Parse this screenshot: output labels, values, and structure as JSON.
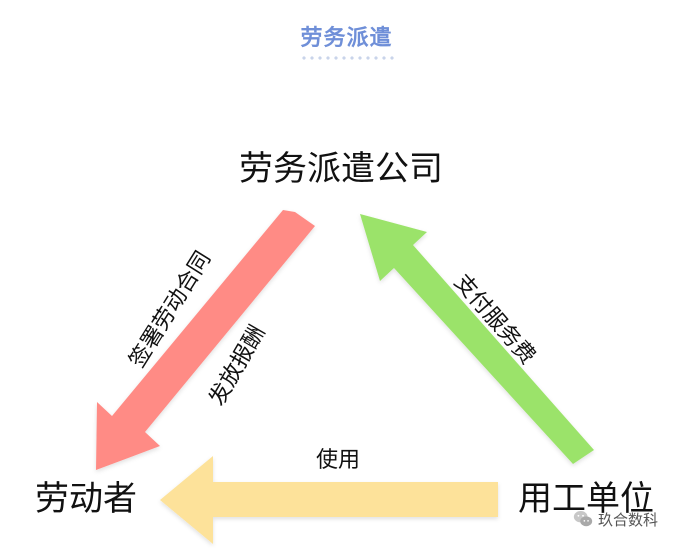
{
  "header": {
    "title": "劳务派遣",
    "title_color": "#6f8fd8"
  },
  "nodes": {
    "company": "劳务派遣公司",
    "worker": "劳动者",
    "employer": "用工单位"
  },
  "relations": {
    "contract": "签署劳动合同",
    "pay_wage": "发放报酬",
    "service_fee": "支付服务费",
    "use": "使用"
  },
  "colors": {
    "red_arrow": "#ff8b85",
    "green_arrow": "#9be36a",
    "yellow_arrow": "#fde29a"
  },
  "watermark": {
    "text": "玖合数科",
    "icon": "wechat-icon"
  }
}
